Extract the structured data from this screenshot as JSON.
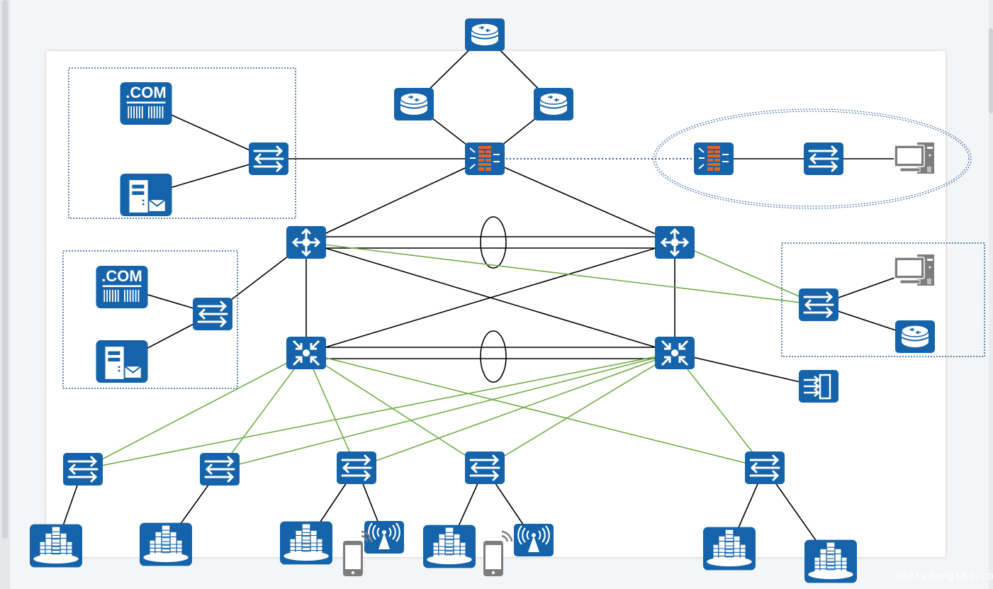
{
  "colors": {
    "icon": "#1563aa",
    "device_gray": "#7d7d7d",
    "firewall_bricks": "#e8621f",
    "link": "#000000",
    "access_link": "#70ad47",
    "boundary": "#2f5f96"
  },
  "icon_text": {
    "dns": ".COM"
  },
  "watermark": "xieludengshi.com",
  "nodes": [
    {
      "id": "router-top",
      "icon": "router-icon"
    },
    {
      "id": "router-left",
      "icon": "router-icon"
    },
    {
      "id": "router-right",
      "icon": "router-icon"
    },
    {
      "id": "firewall-main",
      "icon": "firewall-icon"
    },
    {
      "id": "switch-dc1",
      "icon": "switch-icon"
    },
    {
      "id": "dns-server-1",
      "icon": "dns-server-icon"
    },
    {
      "id": "mail-server-1",
      "icon": "mail-server-icon"
    },
    {
      "id": "switch-dc2",
      "icon": "switch-icon"
    },
    {
      "id": "dns-server-2",
      "icon": "dns-server-icon"
    },
    {
      "id": "mail-server-2",
      "icon": "mail-server-icon"
    },
    {
      "id": "firewall-remote",
      "icon": "firewall-icon"
    },
    {
      "id": "switch-remote",
      "icon": "switch-icon"
    },
    {
      "id": "pc-remote",
      "icon": "pc-icon"
    },
    {
      "id": "core-1",
      "icon": "l3-switch-icon"
    },
    {
      "id": "core-2",
      "icon": "l3-switch-icon"
    },
    {
      "id": "agg-1",
      "icon": "aggregation-switch-icon"
    },
    {
      "id": "agg-2",
      "icon": "aggregation-switch-icon"
    },
    {
      "id": "switch-branch",
      "icon": "switch-icon"
    },
    {
      "id": "pc-branch",
      "icon": "pc-icon"
    },
    {
      "id": "router-branch",
      "icon": "router-icon"
    },
    {
      "id": "ips",
      "icon": "ips-icon"
    },
    {
      "id": "access-1",
      "icon": "switch-icon"
    },
    {
      "id": "access-2",
      "icon": "switch-icon"
    },
    {
      "id": "access-3",
      "icon": "switch-icon"
    },
    {
      "id": "access-4",
      "icon": "switch-icon"
    },
    {
      "id": "access-5",
      "icon": "switch-icon"
    },
    {
      "id": "building-1",
      "icon": "building-icon"
    },
    {
      "id": "building-2",
      "icon": "building-icon"
    },
    {
      "id": "building-3",
      "icon": "building-icon"
    },
    {
      "id": "building-4",
      "icon": "building-icon"
    },
    {
      "id": "building-5",
      "icon": "building-icon"
    },
    {
      "id": "building-6",
      "icon": "building-icon"
    },
    {
      "id": "ap-1",
      "icon": "wireless-ap-icon"
    },
    {
      "id": "ap-2",
      "icon": "wireless-ap-icon"
    },
    {
      "id": "phone-1",
      "icon": "phone-icon"
    },
    {
      "id": "phone-2",
      "icon": "phone-icon"
    }
  ],
  "links": [
    {
      "from": "router-top",
      "to": "router-left",
      "style": "solid"
    },
    {
      "from": "router-top",
      "to": "router-right",
      "style": "solid"
    },
    {
      "from": "router-left",
      "to": "firewall-main",
      "style": "solid"
    },
    {
      "from": "router-right",
      "to": "firewall-main",
      "style": "solid"
    },
    {
      "from": "switch-dc1",
      "to": "firewall-main",
      "style": "solid"
    },
    {
      "from": "dns-server-1",
      "to": "switch-dc1",
      "style": "solid"
    },
    {
      "from": "mail-server-1",
      "to": "switch-dc1",
      "style": "solid"
    },
    {
      "from": "firewall-main",
      "to": "firewall-remote",
      "style": "dotted"
    },
    {
      "from": "firewall-remote",
      "to": "switch-remote",
      "style": "solid"
    },
    {
      "from": "switch-remote",
      "to": "pc-remote",
      "style": "solid"
    },
    {
      "from": "firewall-main",
      "to": "core-1",
      "style": "solid"
    },
    {
      "from": "firewall-main",
      "to": "core-2",
      "style": "solid"
    },
    {
      "from": "core-1",
      "to": "core-2",
      "style": "solid",
      "count": 2
    },
    {
      "from": "agg-1",
      "to": "agg-2",
      "style": "solid",
      "count": 2
    },
    {
      "from": "core-1",
      "to": "agg-1",
      "style": "solid"
    },
    {
      "from": "core-2",
      "to": "agg-2",
      "style": "solid"
    },
    {
      "from": "core-1",
      "to": "agg-2",
      "style": "solid"
    },
    {
      "from": "core-2",
      "to": "agg-1",
      "style": "solid"
    },
    {
      "from": "switch-dc2",
      "to": "core-1",
      "style": "solid"
    },
    {
      "from": "dns-server-2",
      "to": "switch-dc2",
      "style": "solid"
    },
    {
      "from": "mail-server-2",
      "to": "switch-dc2",
      "style": "solid"
    },
    {
      "from": "switch-branch",
      "to": "pc-branch",
      "style": "solid"
    },
    {
      "from": "switch-branch",
      "to": "router-branch",
      "style": "solid"
    },
    {
      "from": "agg-2",
      "to": "ips",
      "style": "solid"
    },
    {
      "from": "core-1",
      "to": "switch-branch",
      "style": "access"
    },
    {
      "from": "core-2",
      "to": "switch-branch",
      "style": "access"
    },
    {
      "from": "agg-1",
      "to": "access-1",
      "style": "access"
    },
    {
      "from": "agg-1",
      "to": "access-2",
      "style": "access"
    },
    {
      "from": "agg-1",
      "to": "access-3",
      "style": "access"
    },
    {
      "from": "agg-1",
      "to": "access-4",
      "style": "access"
    },
    {
      "from": "agg-1",
      "to": "access-5",
      "style": "access"
    },
    {
      "from": "agg-2",
      "to": "access-1",
      "style": "access"
    },
    {
      "from": "agg-2",
      "to": "access-2",
      "style": "access"
    },
    {
      "from": "agg-2",
      "to": "access-3",
      "style": "access"
    },
    {
      "from": "agg-2",
      "to": "access-4",
      "style": "access"
    },
    {
      "from": "agg-2",
      "to": "access-5",
      "style": "access"
    },
    {
      "from": "access-1",
      "to": "building-1",
      "style": "solid"
    },
    {
      "from": "access-2",
      "to": "building-2",
      "style": "solid"
    },
    {
      "from": "access-3",
      "to": "building-3",
      "style": "solid"
    },
    {
      "from": "access-3",
      "to": "ap-1",
      "style": "solid"
    },
    {
      "from": "access-4",
      "to": "building-4",
      "style": "solid"
    },
    {
      "from": "access-4",
      "to": "ap-2",
      "style": "solid"
    },
    {
      "from": "access-5",
      "to": "building-5",
      "style": "solid"
    },
    {
      "from": "access-5",
      "to": "building-6",
      "style": "solid"
    }
  ],
  "groups": [
    {
      "id": "datacenter-1",
      "shape": "dotted-rect"
    },
    {
      "id": "datacenter-2",
      "shape": "dotted-rect"
    },
    {
      "id": "remote-site",
      "shape": "dashed-ellipse"
    },
    {
      "id": "branch-site",
      "shape": "dotted-rect"
    }
  ]
}
